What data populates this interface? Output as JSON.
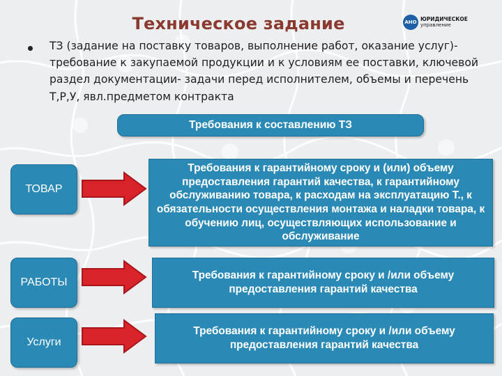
{
  "header": {
    "title": "Техническое задание",
    "logo": {
      "badge": "АНО",
      "line1": "ЮРИДИЧЕСКОЕ",
      "line2": "управление"
    }
  },
  "intro": {
    "bullet_text": "ТЗ (задание на поставку товаров, выполнение работ, оказание услуг)- требование к закупаемой продукции и к условиям ее поставки, ключевой раздел документации- задачи перед исполнителем, объемы и перечень Т,Р,У, явл.предметом контракта"
  },
  "requirements_header": "Требования к составлению ТЗ",
  "rows": [
    {
      "category": "ТОВАР",
      "requirement": "Требования к гарантийному сроку и (или) объему предоставления гарантий качества, к гарантийному обслуживанию товара, к расходам на эксплуатацию Т., к обязательности осуществления монтажа и наладки товара, к обучению лиц, осуществляющих использование и обслуживание"
    },
    {
      "category": "РАБОТЫ",
      "requirement": "Требования к гарантийному сроку и /или объему предоставления гарантий качества"
    },
    {
      "category": "Услуги",
      "requirement": "Требования к гарантийному сроку и /или объему предоставления гарантий качества"
    }
  ],
  "colors": {
    "accent_box": "#2b8ab5",
    "arrow": "#d9232a",
    "title": "#8b3a2f"
  },
  "icons": {
    "arrow": "right-arrow-icon",
    "bullet": "bullet-dot-icon"
  }
}
